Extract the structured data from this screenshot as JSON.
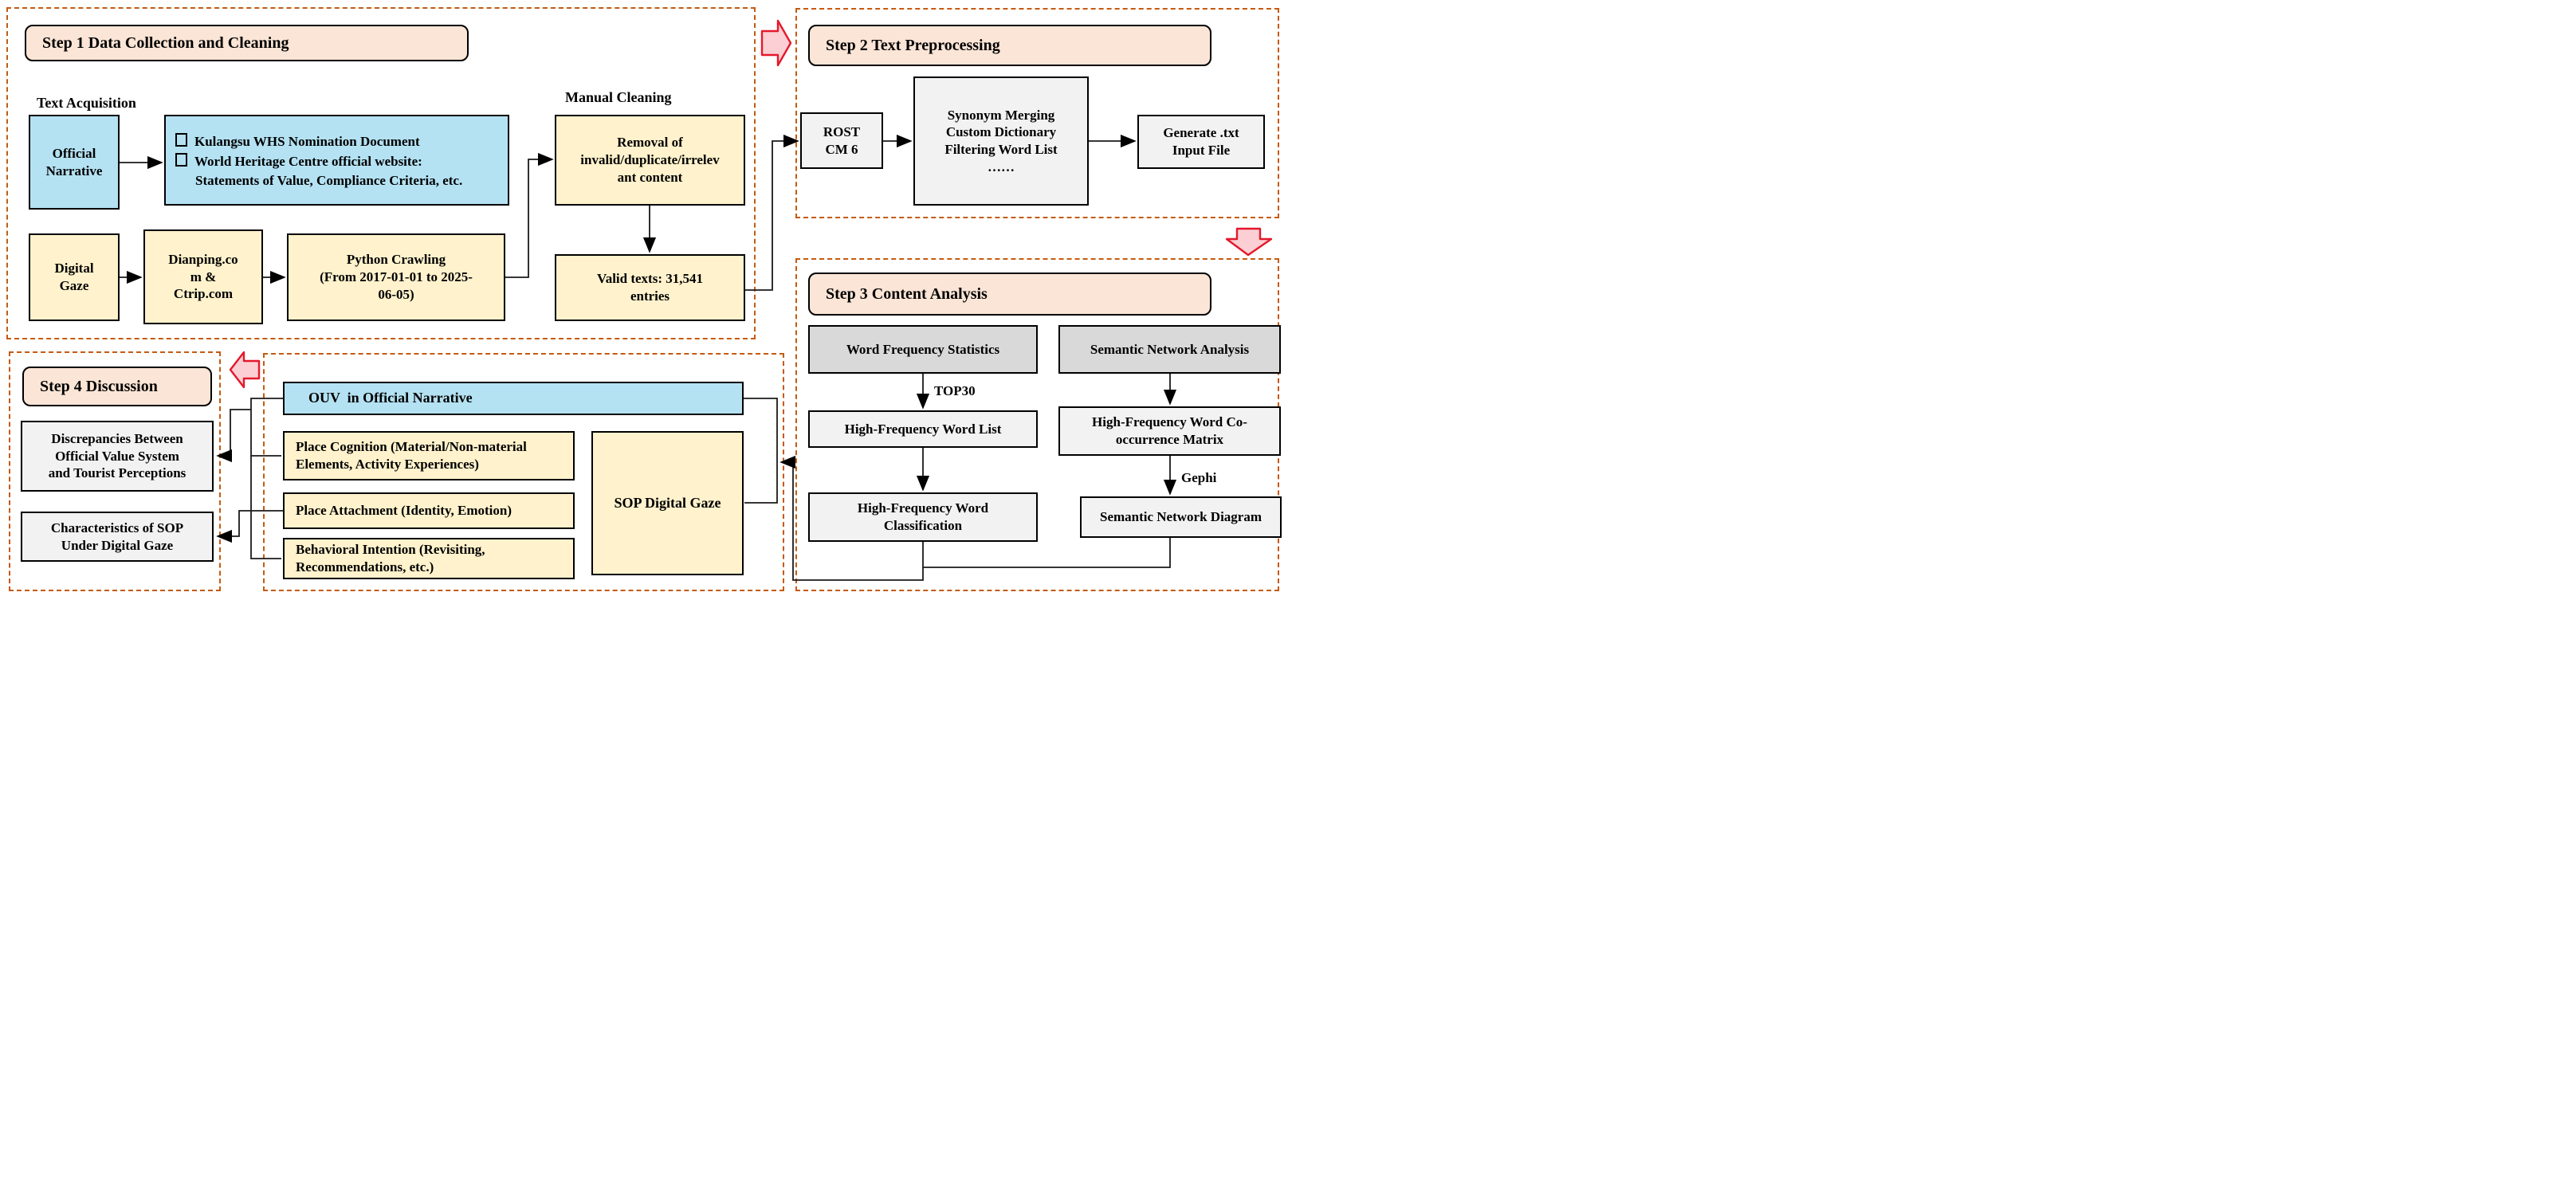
{
  "diagram": {
    "step1": {
      "title": "Step 1 Data Collection and Cleaning",
      "text_acquisition_label": "Text Acquisition",
      "manual_cleaning_label": "Manual Cleaning",
      "official_narrative": "Official\nNarrative",
      "sources": {
        "item1": "Kulangsu WHS Nomination Document",
        "item2": "World Heritage Centre official website:",
        "item2_cont": "Statements of Value, Compliance Criteria, etc."
      },
      "digital_gaze": "Digital\nGaze",
      "platforms": "Dianping.co\nm &\nCtrip.com",
      "python_crawling": "Python Crawling\n(From 2017-01-01 to 2025-\n06-05)",
      "removal": "Removal of\ninvalid/duplicate/irrelev\nant content",
      "valid_texts": "Valid texts: 31,541\nentries"
    },
    "step2": {
      "title": "Step 2 Text Preprocessing",
      "rost": "ROST\nCM 6",
      "synonym": "Synonym Merging\nCustom Dictionary\nFiltering Word List\n……",
      "generate": "Generate .txt\nInput File"
    },
    "step3": {
      "title": "Step 3 Content Analysis",
      "word_frequency": "Word Frequency Statistics",
      "semantic_analysis": "Semantic Network Analysis",
      "top30_label": "TOP30",
      "word_list": "High-Frequency Word List",
      "matrix": "High-Frequency Word Co-\noccurrence Matrix",
      "classification": "High-Frequency Word\nClassification",
      "gephi_label": "Gephi",
      "network_diagram": "Semantic Network Diagram"
    },
    "step4": {
      "title": "Step 4 Discussion",
      "discrepancies": "Discrepancies Between\nOfficial Value System\nand Tourist Perceptions",
      "characteristics": "Characteristics of SOP\nUnder Digital Gaze"
    },
    "middle": {
      "ouv": "OUV  in Official Narrative",
      "place_cognition": "Place Cognition (Material/Non-material\nElements, Activity Experiences)",
      "place_attachment": "Place Attachment (Identity, Emotion)",
      "behavioral_intention": "Behavioral Intention (Revisiting,\nRecommendations, etc.)",
      "sop": "SOP Digital Gaze"
    },
    "colors": {
      "peach": "#fbe5d6",
      "blue": "#b4e2f3",
      "yellow": "#fff2cc",
      "light_gray": "#f2f2f2",
      "dark_gray": "#d9d9d9",
      "dashed_border": "#c55a11",
      "pink_arrow_fill": "#fbcfd4",
      "pink_arrow_stroke": "#e3192b"
    }
  }
}
